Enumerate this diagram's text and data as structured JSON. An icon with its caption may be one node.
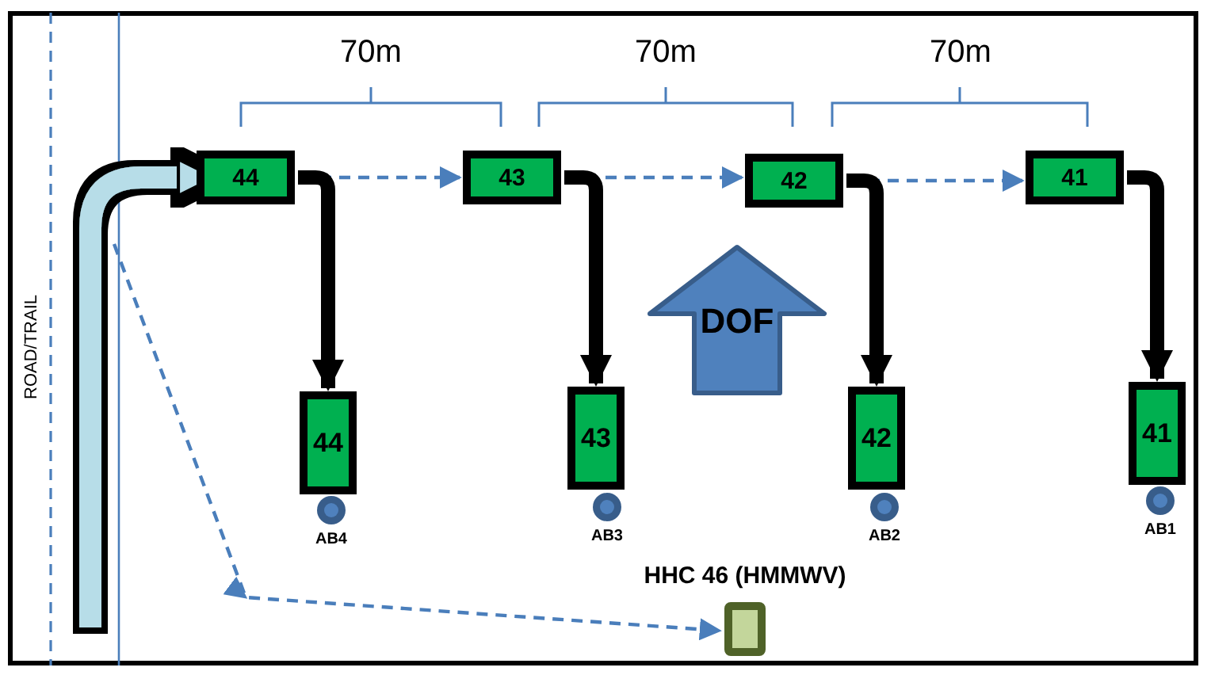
{
  "diagram": {
    "nodes": [
      {
        "text": [
          "44"
        ]
      },
      {
        "text": [
          "43"
        ]
      },
      {
        "text": [
          "42"
        ]
      },
      {
        "text": [
          "41"
        ]
      },
      {
        "text": [
          "DOF"
        ]
      },
      {
        "text": [
          "44"
        ]
      },
      {
        "text": [
          "43"
        ]
      },
      {
        "text": [
          "42"
        ]
      },
      {
        "text": [
          "41"
        ]
      },
      {
        "text": [
          "AB4"
        ]
      },
      {
        "text": [
          "AB3"
        ]
      },
      {
        "text": [
          "AB2"
        ]
      },
      {
        "text": [
          "AB1"
        ]
      },
      {
        "text": [
          "HHC 46 (HMMWV)"
        ]
      }
    ],
    "edges": [
      {
        "from": null,
        "to": 0,
        "arrow": "to",
        "color": "#b7dde8"
      },
      {
        "from": 0,
        "to": 1,
        "arrow": "to",
        "style": "dashed",
        "color": "#4a7ebb"
      },
      {
        "from": 1,
        "to": 2,
        "arrow": "to",
        "style": "dashed",
        "color": "#4a7ebb"
      },
      {
        "from": 2,
        "to": 3,
        "arrow": "to",
        "style": "dashed",
        "color": "#4a7ebb"
      },
      {
        "from": 0,
        "to": 5,
        "arrow": "to",
        "color": "#000000"
      },
      {
        "from": 1,
        "to": 6,
        "arrow": "to",
        "color": "#000000"
      },
      {
        "from": 2,
        "to": 7,
        "arrow": "to",
        "color": "#000000"
      },
      {
        "from": 3,
        "to": 8,
        "arrow": "to",
        "color": "#000000"
      },
      {
        "from": null,
        "to": 13,
        "arrow": "to",
        "style": "dashed",
        "color": "#4a7ebb"
      }
    ],
    "labels": [
      "70m",
      "70m",
      "70m",
      "ROAD/TRAIL"
    ]
  }
}
